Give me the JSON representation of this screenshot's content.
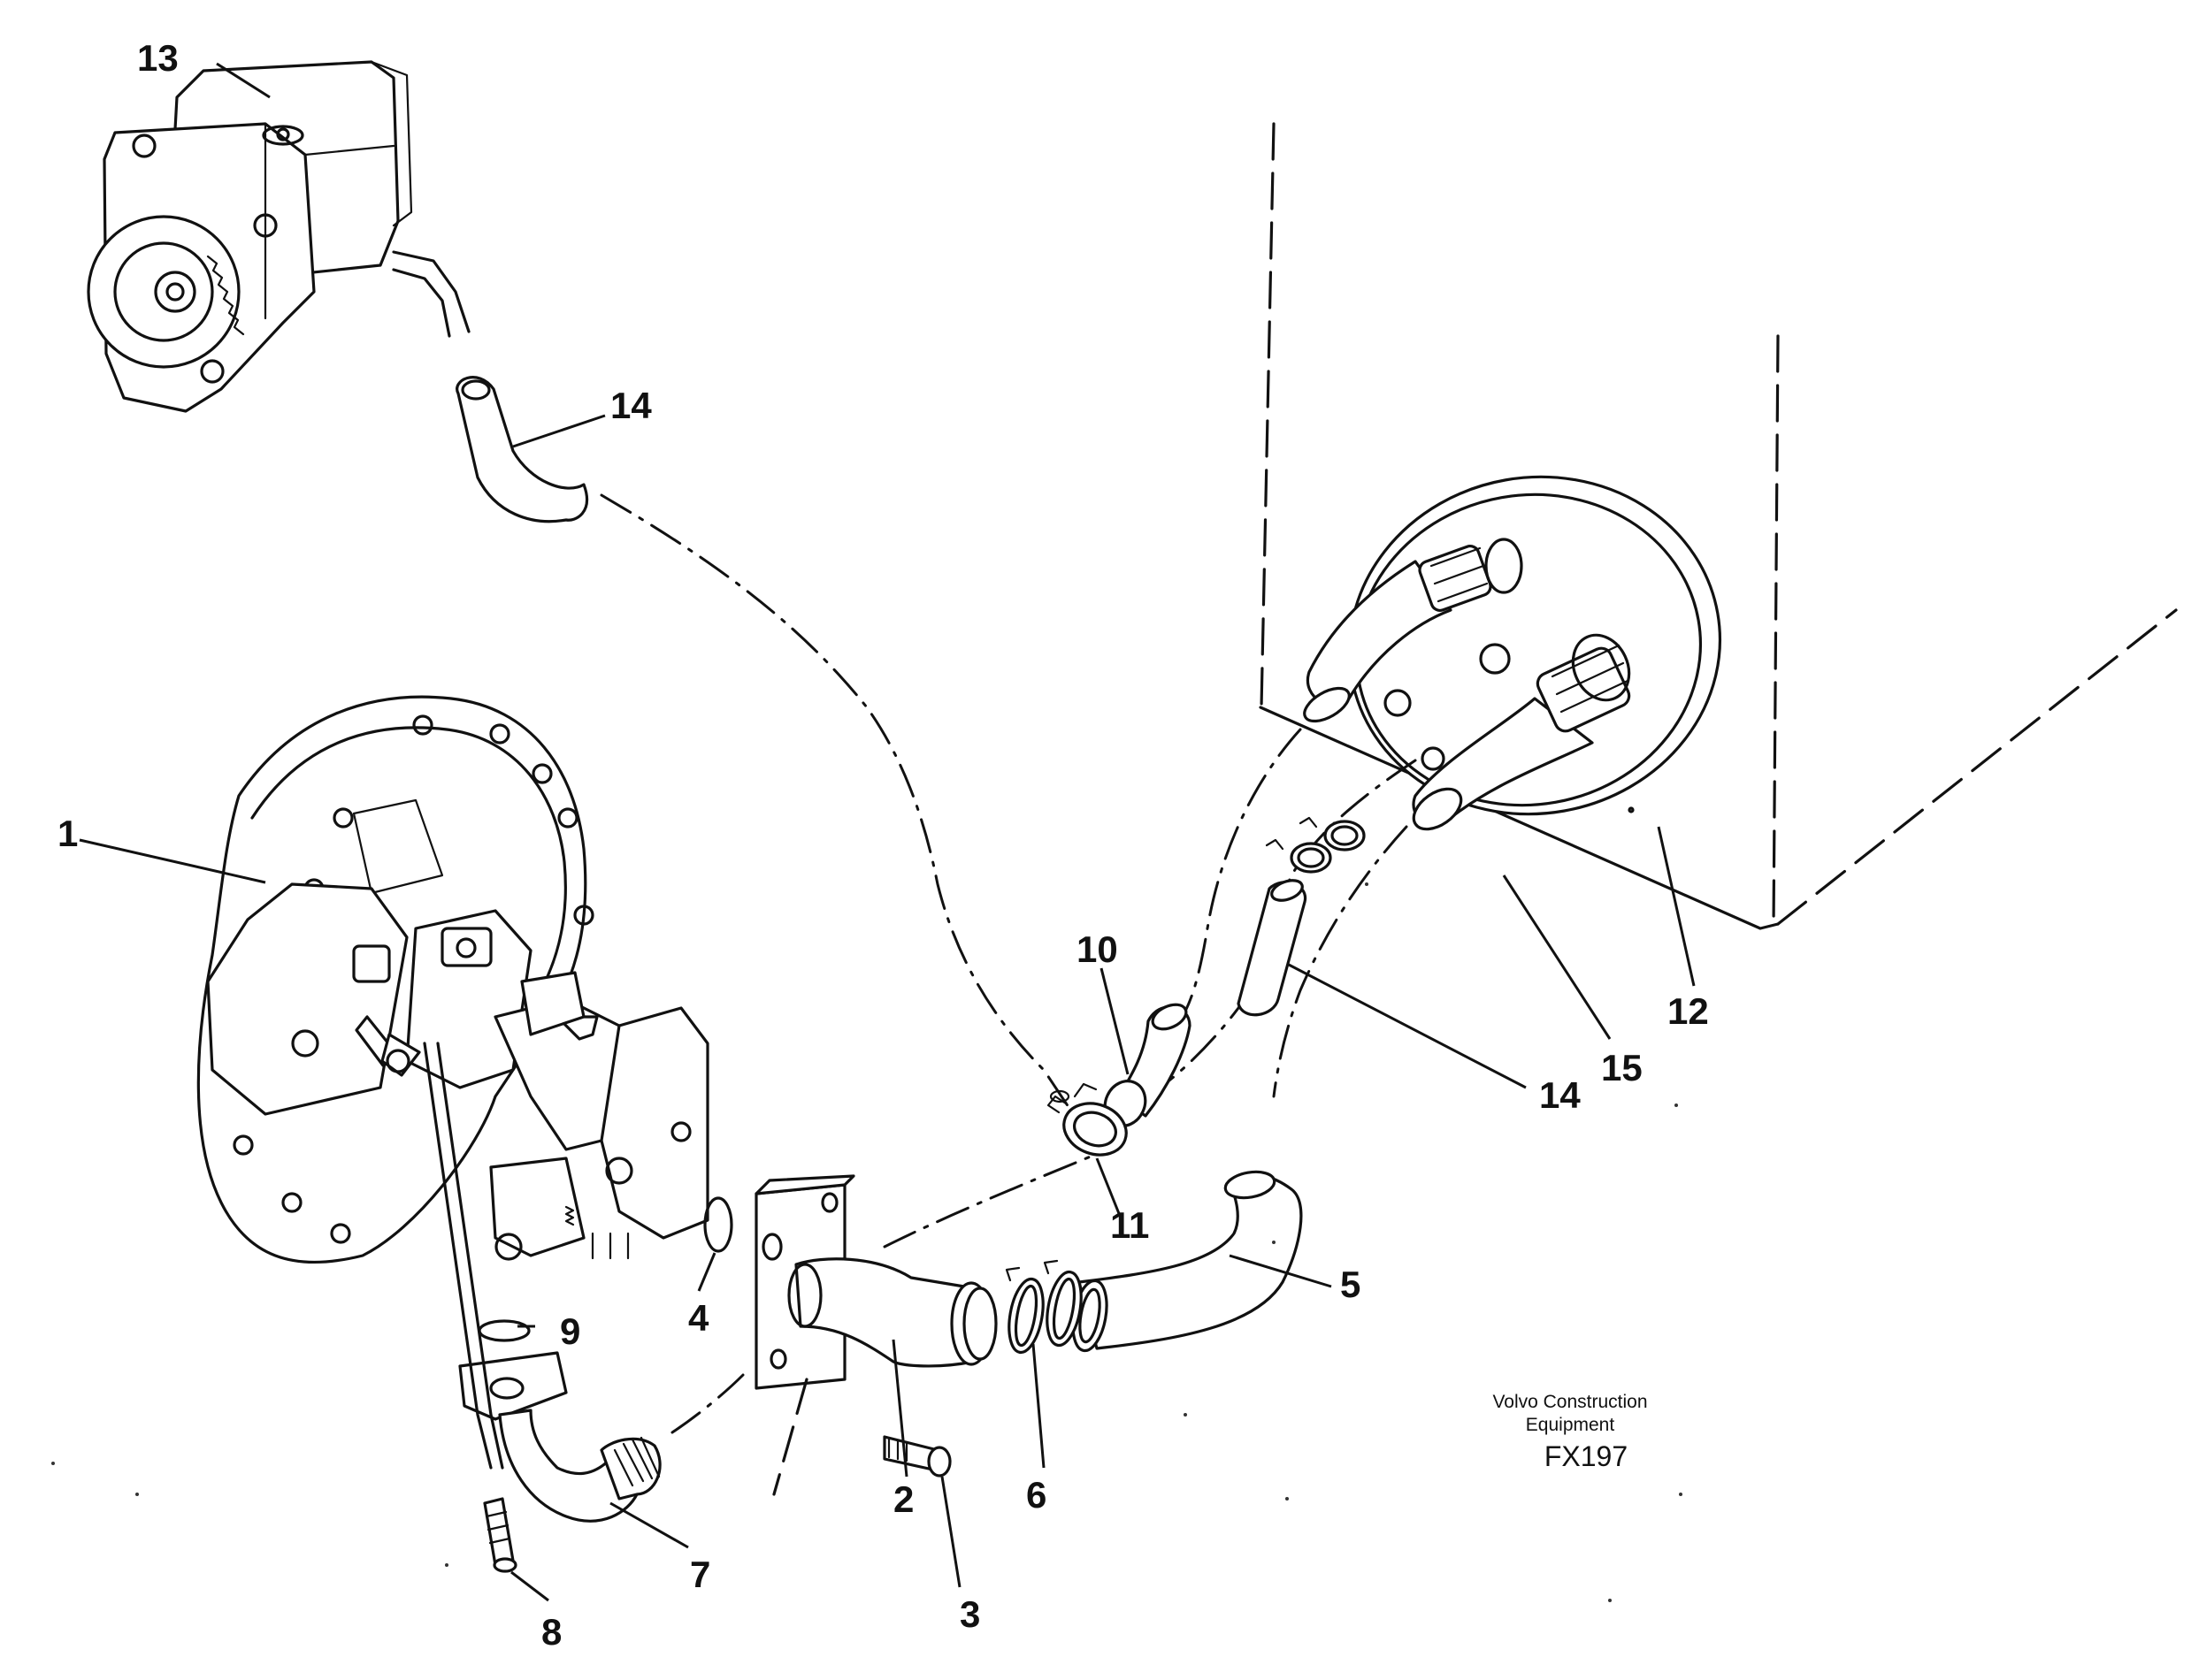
{
  "callouts": {
    "c1": "1",
    "c2": "2",
    "c3": "3",
    "c4": "4",
    "c5": "5",
    "c6": "6",
    "c7": "7",
    "c8": "8",
    "c9": "9",
    "c10": "10",
    "c11": "11",
    "c12": "12",
    "c13": "13",
    "c14a": "14",
    "c14b": "14",
    "c15": "15"
  },
  "caption": {
    "line1": "Volvo Construction",
    "line2": "Equipment",
    "code": "FX197"
  }
}
